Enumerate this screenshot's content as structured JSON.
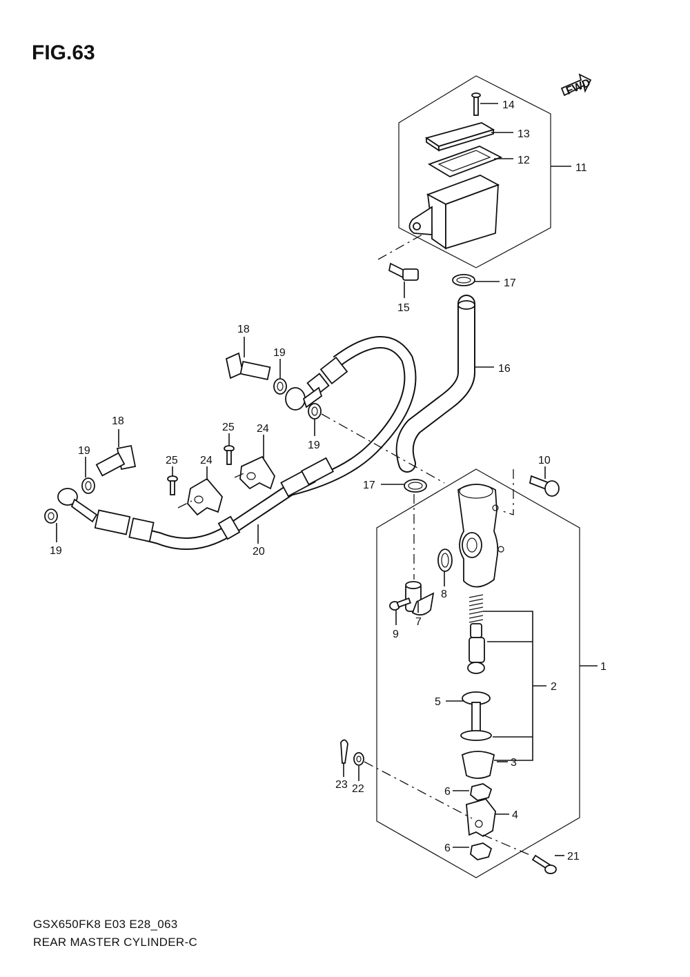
{
  "figure": {
    "title": "FIG.63",
    "fwd_label": "FWD"
  },
  "footer": {
    "model_code": "GSX650FK8 E03 E28_063",
    "diagram_name": "REAR MASTER CYLINDER-C"
  },
  "callouts": {
    "c1": "1",
    "c2": "2",
    "c3": "3",
    "c4": "4",
    "c5": "5",
    "c6a": "6",
    "c6b": "6",
    "c7": "7",
    "c8": "8",
    "c9": "9",
    "c10": "10",
    "c11": "11",
    "c12": "12",
    "c13": "13",
    "c14": "14",
    "c15": "15",
    "c16": "16",
    "c17a": "17",
    "c17b": "17",
    "c18a": "18",
    "c18b": "18",
    "c19a": "19",
    "c19b": "19",
    "c19c": "19",
    "c19d": "19",
    "c20": "20",
    "c21": "21",
    "c22": "22",
    "c23": "23",
    "c24a": "24",
    "c24b": "24",
    "c25a": "25",
    "c25b": "25"
  }
}
